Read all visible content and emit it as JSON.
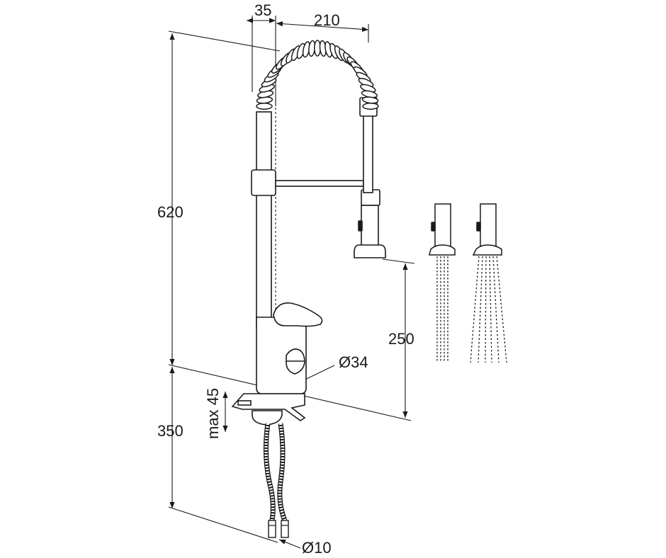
{
  "diagram": {
    "dimensions": {
      "offset": "35",
      "reach": "210",
      "upper_height": "620",
      "spout_clearance": "250",
      "body_diameter": "Ø34",
      "deck_thickness": "max 45",
      "lower_height": "350",
      "hose_diameter": "Ø10"
    },
    "spray_modes": [
      "stream-icon",
      "spray-icon"
    ],
    "colors": {
      "line": "#1a1a1a",
      "background": "#ffffff"
    }
  }
}
